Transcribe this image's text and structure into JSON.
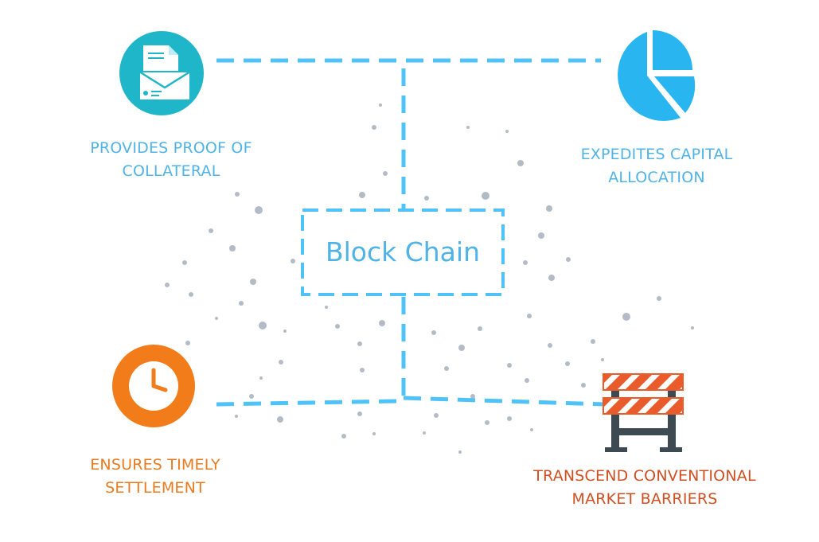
{
  "center": {
    "label": "Block Chain"
  },
  "nodes": {
    "proof": {
      "line1": "PROVIDES PROOF OF",
      "line2": "COLLATERAL",
      "icon": "document-envelope-icon",
      "color": "#1fb6c9"
    },
    "capital": {
      "line1": "EXPEDITES CAPITAL",
      "line2": "ALLOCATION",
      "icon": "pie-chart-icon",
      "color": "#29b6f0"
    },
    "settlement": {
      "line1": "ENSURES TIMELY",
      "line2": "SETTLEMENT",
      "icon": "clock-icon",
      "color": "#f27c1a"
    },
    "barriers": {
      "line1": "TRANSCEND CONVENTIONAL",
      "line2": "MARKET BARRIERS",
      "icon": "road-barrier-icon",
      "color": "#e95b2b"
    }
  },
  "colors": {
    "connector": "#4fc3f7",
    "label_blue": "#4fb3e6",
    "label_orange": "#e87b1f",
    "label_red": "#d04f22",
    "dots": "#b3bcc6"
  }
}
